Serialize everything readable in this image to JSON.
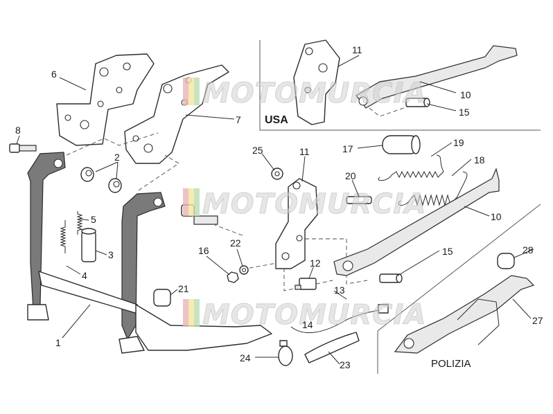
{
  "watermark": "MOTOMURCIA",
  "region_labels": {
    "usa": "USA",
    "polizia": "POLIZIA"
  },
  "callouts": {
    "c1": "1",
    "c2": "2",
    "c3": "3",
    "c4": "4",
    "c5": "5",
    "c6": "6",
    "c7": "7",
    "c8": "8",
    "c10a": "10",
    "c10b": "10",
    "c11a": "11",
    "c11b": "11",
    "c12": "12",
    "c13": "13",
    "c14": "14",
    "c15a": "15",
    "c15b": "15",
    "c16": "16",
    "c17": "17",
    "c18": "18",
    "c19": "19",
    "c20": "20",
    "c21": "21",
    "c22": "22",
    "c23": "23",
    "c24": "24",
    "c25": "25",
    "c27": "27",
    "c28": "28"
  },
  "colors": {
    "line": "#2a2a2a",
    "grey_fill": "#7a7a7a",
    "watermark_red": "#e8b4b4",
    "watermark_yellow": "#f2e6a0",
    "watermark_green": "#b9dcb0"
  }
}
